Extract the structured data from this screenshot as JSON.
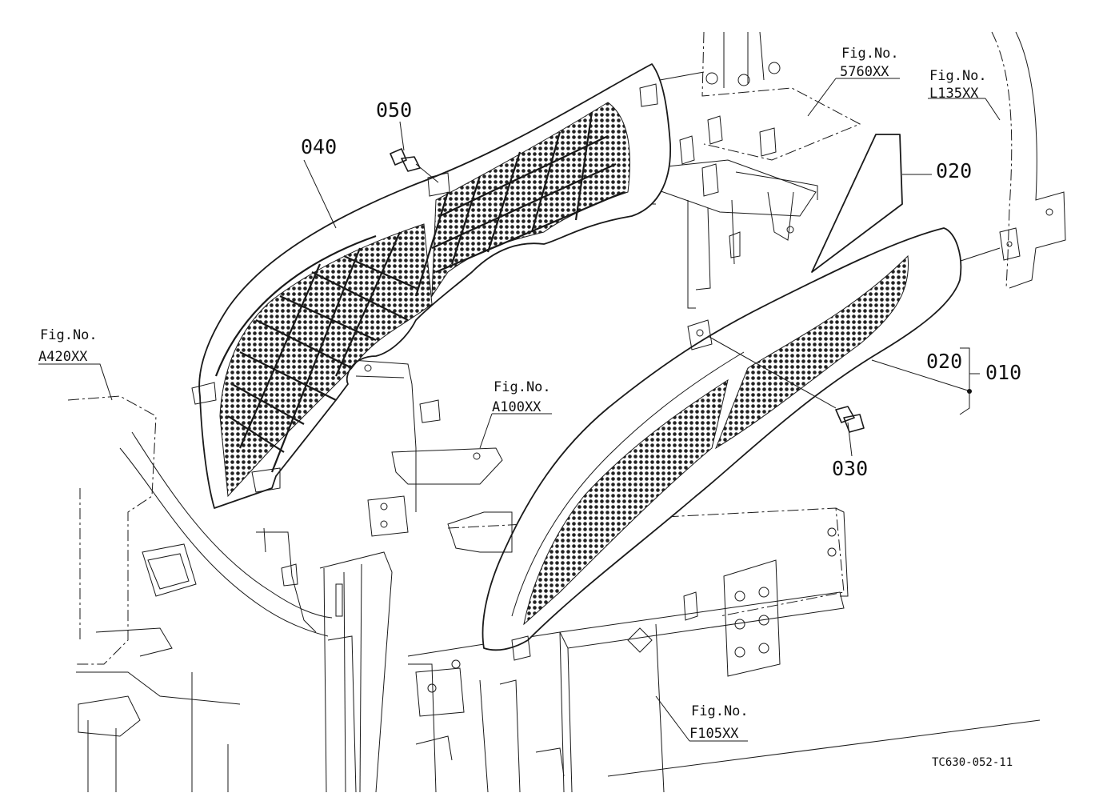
{
  "part_numbers": {
    "p010": "010",
    "p020_upper": "020",
    "p020_lower": "020",
    "p030": "030",
    "p040": "040",
    "p050": "050"
  },
  "figure_refs": {
    "f5760": {
      "line1": "Fig.No.",
      "line2": "5760XX"
    },
    "fL135": {
      "line1": "Fig.No.",
      "line2": "L135XX"
    },
    "fA420": {
      "line1": "Fig.No.",
      "line2": "A420XX"
    },
    "fA100": {
      "line1": "Fig.No.",
      "line2": "A100XX"
    },
    "fF105": {
      "line1": "Fig.No.",
      "line2": "F105XX"
    }
  },
  "drawing_code": "TC630-052-11"
}
